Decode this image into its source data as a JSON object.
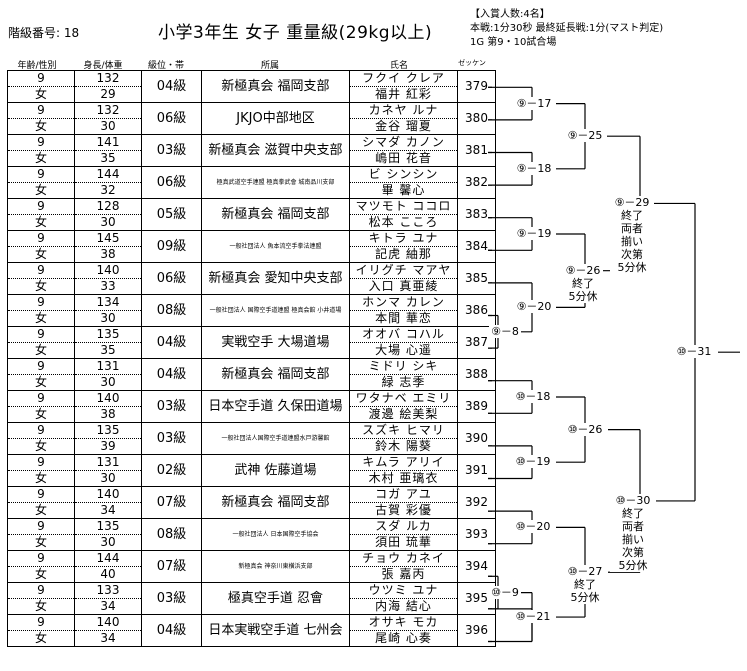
{
  "header": {
    "class_number": "階級番号: 18",
    "title": "小学3年生  女子  重量級(29kg以上)",
    "info": [
      "【入賞人数:4名】",
      "本戦:1分30秒  最終延長戦:1分(マスト判定)",
      "1G  第9・10試合場"
    ]
  },
  "columns": {
    "age_sex": "年齢/性別",
    "height_weight": "身長/体重",
    "rank": "級位・帯",
    "dojo": "所属",
    "name": "氏名",
    "number": "ゼッケン"
  },
  "players": [
    {
      "age": "9",
      "sex": "女",
      "height": "132",
      "weight": "29",
      "rank": "04級",
      "dojo": "新極真会 福岡支部",
      "small": false,
      "kana": "フクイ クレア",
      "kanji": "福井 紅彩",
      "num": "379"
    },
    {
      "age": "9",
      "sex": "女",
      "height": "132",
      "weight": "30",
      "rank": "06級",
      "dojo": "JKJO中部地区",
      "small": false,
      "kana": "カネヤ ルナ",
      "kanji": "金谷 瑠夏",
      "num": "380"
    },
    {
      "age": "9",
      "sex": "女",
      "height": "141",
      "weight": "35",
      "rank": "03級",
      "dojo": "新極真会 滋賀中央支部",
      "small": false,
      "kana": "シマダ カノン",
      "kanji": "嶋田 花音",
      "num": "381"
    },
    {
      "age": "9",
      "sex": "女",
      "height": "144",
      "weight": "32",
      "rank": "06級",
      "dojo": "極真武道空手連盟 極真拳武會 城南品川支部",
      "small": true,
      "kana": "ビ シンシン",
      "kanji": "畢 馨心",
      "num": "382"
    },
    {
      "age": "9",
      "sex": "女",
      "height": "128",
      "weight": "30",
      "rank": "05級",
      "dojo": "新極真会 福岡支部",
      "small": false,
      "kana": "マツモト ココロ",
      "kanji": "松本 こころ",
      "num": "383"
    },
    {
      "age": "9",
      "sex": "女",
      "height": "145",
      "weight": "38",
      "rank": "09級",
      "dojo": "一般社団法人 魚本流空手拳法連盟",
      "small": true,
      "kana": "キトラ ユナ",
      "kanji": "記虎 紬那",
      "num": "384"
    },
    {
      "age": "9",
      "sex": "女",
      "height": "140",
      "weight": "33",
      "rank": "06級",
      "dojo": "新極真会 愛知中央支部",
      "small": false,
      "kana": "イリグチ マアヤ",
      "kanji": "入口 真亜綾",
      "num": "385"
    },
    {
      "age": "9",
      "sex": "女",
      "height": "134",
      "weight": "30",
      "rank": "08級",
      "dojo": "一般社団法人 国際空手道連盟 極真会館 小井道場",
      "small": true,
      "kana": "ホンマ カレン",
      "kanji": "本間 華恋",
      "num": "386"
    },
    {
      "age": "9",
      "sex": "女",
      "height": "135",
      "weight": "35",
      "rank": "04級",
      "dojo": "実戦空手 大場道場",
      "small": false,
      "kana": "オオバ コハル",
      "kanji": "大場 心遥",
      "num": "387"
    },
    {
      "age": "9",
      "sex": "女",
      "height": "131",
      "weight": "30",
      "rank": "04級",
      "dojo": "新極真会 福岡支部",
      "small": false,
      "kana": "ミドリ シキ",
      "kanji": "緑 志季",
      "num": "388"
    },
    {
      "age": "9",
      "sex": "女",
      "height": "140",
      "weight": "38",
      "rank": "03級",
      "dojo": "日本空手道 久保田道場",
      "small": false,
      "kana": "ワタナベ エミリ",
      "kanji": "渡邊 絵美梨",
      "num": "389"
    },
    {
      "age": "9",
      "sex": "女",
      "height": "135",
      "weight": "39",
      "rank": "03級",
      "dojo": "一般社団法人国際空手道連盟水戸游馨館",
      "small": true,
      "kana": "スズキ ヒマリ",
      "kanji": "鈴木 陽葵",
      "num": "390"
    },
    {
      "age": "9",
      "sex": "女",
      "height": "131",
      "weight": "30",
      "rank": "02級",
      "dojo": "武神 佐藤道場",
      "small": false,
      "kana": "キムラ アリイ",
      "kanji": "木村 亜璃衣",
      "num": "391"
    },
    {
      "age": "9",
      "sex": "女",
      "height": "140",
      "weight": "34",
      "rank": "07級",
      "dojo": "新極真会 福岡支部",
      "small": false,
      "kana": "コガ アユ",
      "kanji": "古賀 彩優",
      "num": "392"
    },
    {
      "age": "9",
      "sex": "女",
      "height": "135",
      "weight": "30",
      "rank": "08級",
      "dojo": "一般社団法人 日本国際空手協会",
      "small": true,
      "kana": "スダ ルカ",
      "kanji": "須田 琉華",
      "num": "393"
    },
    {
      "age": "9",
      "sex": "女",
      "height": "144",
      "weight": "40",
      "rank": "07級",
      "dojo": "新極真会 神奈川東横浜支部",
      "small": true,
      "kana": "チョウ カネイ",
      "kanji": "張 嘉丙",
      "num": "394"
    },
    {
      "age": "9",
      "sex": "女",
      "height": "133",
      "weight": "34",
      "rank": "03級",
      "dojo": "極真空手道 忍會",
      "small": false,
      "kana": "ウツミ ユナ",
      "kanji": "内海 結心",
      "num": "395"
    },
    {
      "age": "9",
      "sex": "女",
      "height": "140",
      "weight": "34",
      "rank": "04級",
      "dojo": "日本実戦空手道 七州会",
      "small": false,
      "kana": "オサキ モカ",
      "kanji": "尾崎 心奏",
      "num": "396"
    }
  ],
  "bracket": {
    "m9_8": "⑨－8",
    "m9_17": "⑨－17",
    "m9_18": "⑨－18",
    "m9_19": "⑨－19",
    "m9_20": "⑨－20",
    "m9_25": "⑨－25",
    "m9_26": [
      "⑨－26",
      "終了",
      "5分休"
    ],
    "m9_29": [
      "⑨－29",
      "終了",
      "両者",
      "揃い",
      "次第",
      "5分休"
    ],
    "m10_9": "⑩－9",
    "m10_18": "⑩－18",
    "m10_19": "⑩－19",
    "m10_20": "⑩－20",
    "m10_21": "⑩－21",
    "m10_26": "⑩－26",
    "m10_27": [
      "⑩－27",
      "終了",
      "5分休"
    ],
    "m10_30": [
      "⑩－30",
      "終了",
      "両者",
      "揃い",
      "次第",
      "5分休"
    ],
    "m10_31": "⑩－31"
  }
}
